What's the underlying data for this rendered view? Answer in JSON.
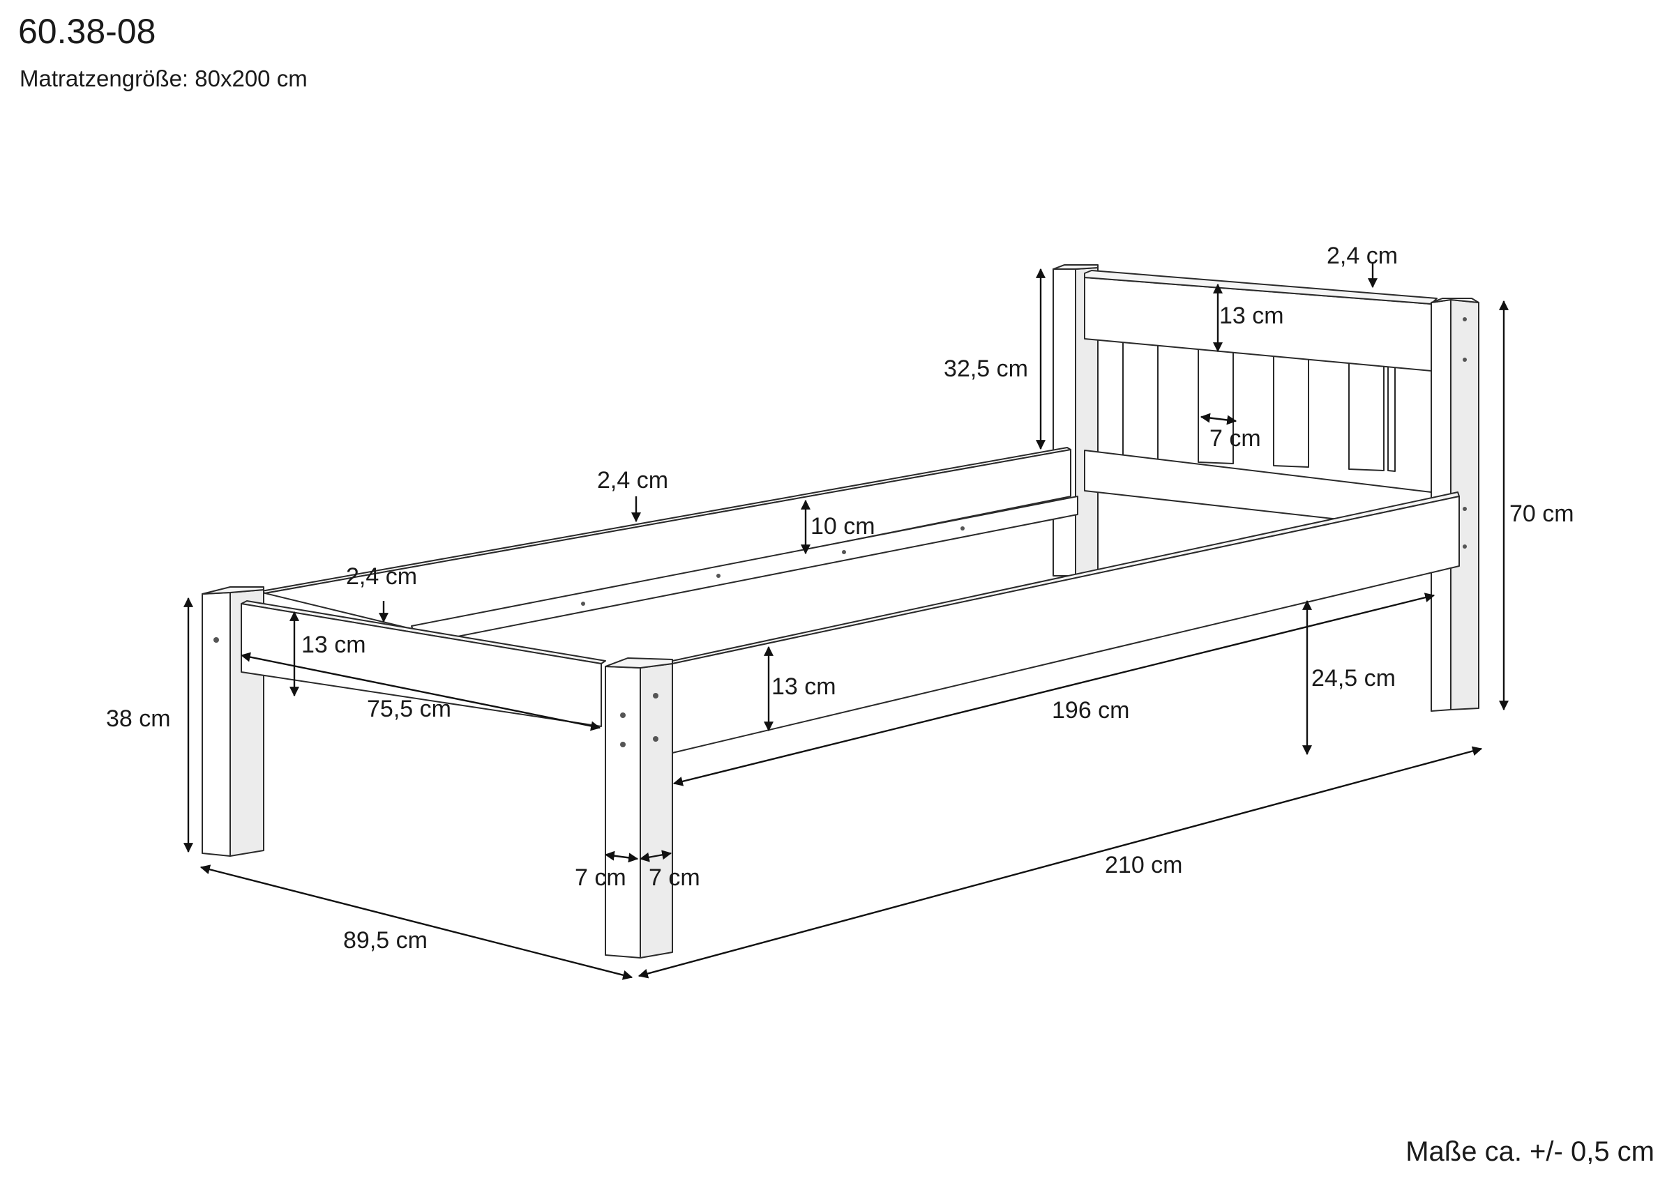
{
  "header": {
    "product_code": "60.38-08",
    "mattress_size": "Matratzengröße: 80x200 cm"
  },
  "footer": {
    "tolerance": "Maße ca. +/- 0,5 cm"
  },
  "dimensions": {
    "slat_thickness_head": "2,4 cm",
    "top_rail_height": "13 cm",
    "headboard_height_above_rail": "32,5 cm",
    "slat_width": "7 cm",
    "headboard_total_height": "70 cm",
    "rail_thickness_back": "2,4 cm",
    "inner_ledge_height": "10 cm",
    "rail_thickness_foot": "2,4 cm",
    "foot_rail_height": "13 cm",
    "foot_height": "38 cm",
    "inner_width": "75,5 cm",
    "side_rail_height": "13 cm",
    "inner_length": "196 cm",
    "floor_clearance": "24,5 cm",
    "post_width_a": "7 cm",
    "post_width_b": "7 cm",
    "outer_length": "210 cm",
    "outer_width": "89,5 cm"
  }
}
